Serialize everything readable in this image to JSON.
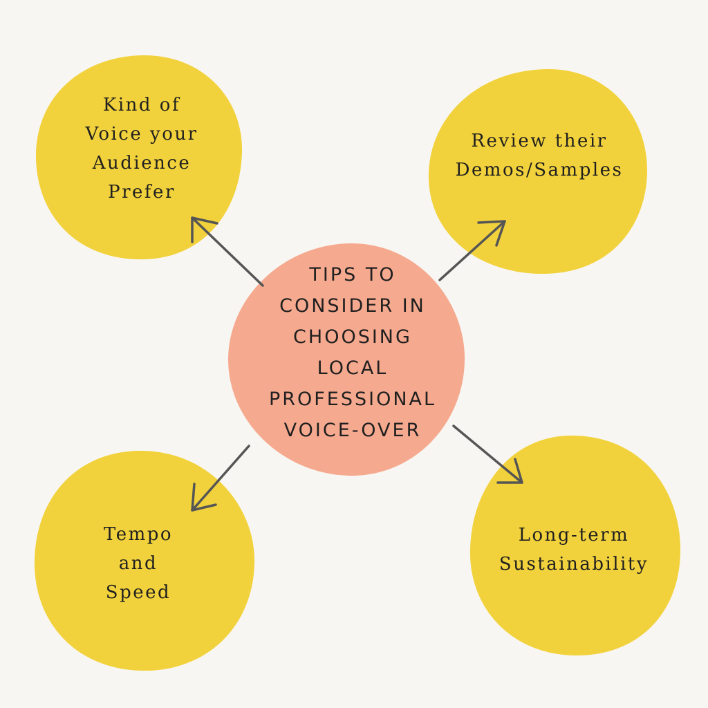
{
  "colors": {
    "background": "#f8f6f2",
    "node_fill": "#f2d23c",
    "center_fill": "#f5aa8f",
    "arrow": "#555555",
    "text": "#1f1f1f"
  },
  "center": {
    "text": "TIPS TO\nCONSIDER IN\nCHOOSING\nLOCAL\nPROFESSIONAL\nVOICE-OVER"
  },
  "nodes": [
    {
      "id": "tl",
      "text": "Kind of\nVoice your\nAudience\nPrefer"
    },
    {
      "id": "tr",
      "text": "Review their\nDemos/Samples"
    },
    {
      "id": "bl",
      "text": "Tempo\nand\nSpeed"
    },
    {
      "id": "br",
      "text": "Long-term\nSustainability"
    }
  ]
}
